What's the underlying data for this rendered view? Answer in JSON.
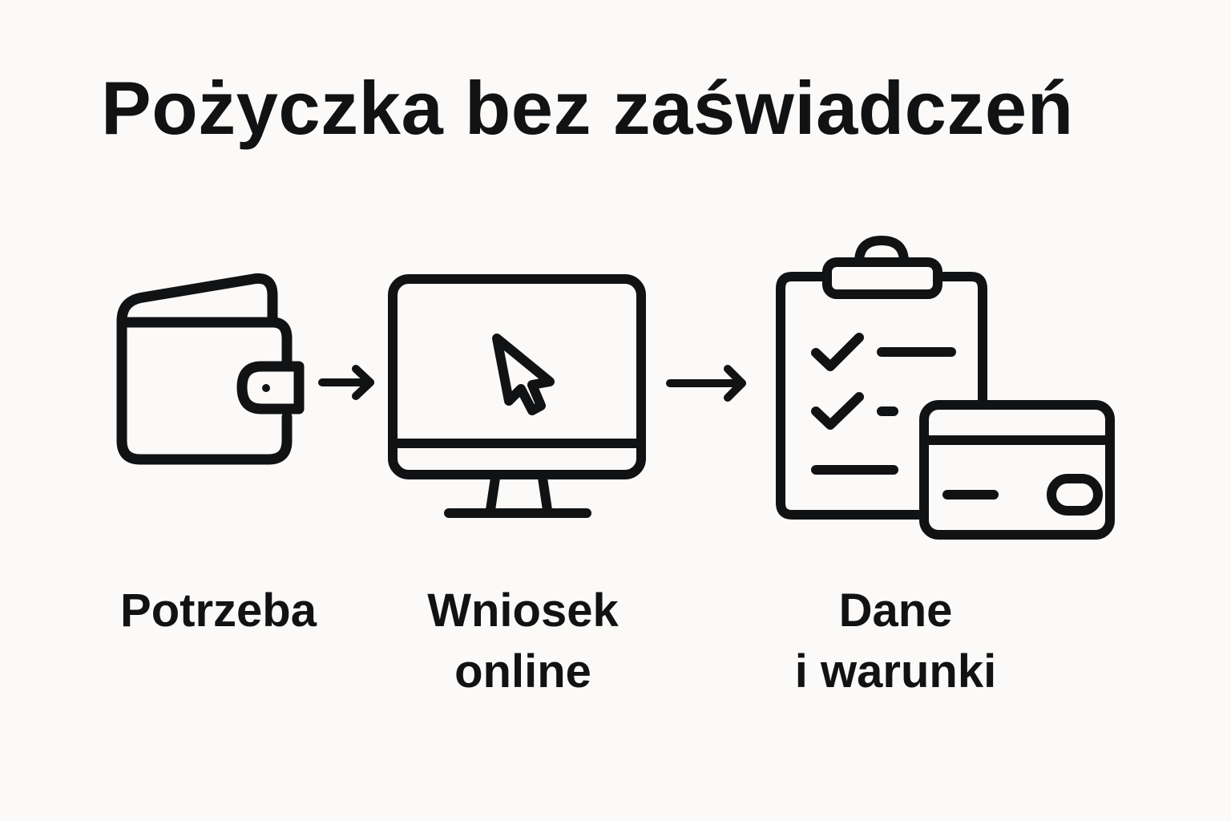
{
  "title": "Pożyczka bez zaświadczeń",
  "colors": {
    "background": "#fbfaf8",
    "ink": "#111214"
  },
  "steps": [
    {
      "icon": "wallet-icon",
      "label_lines": [
        "Potrzeba"
      ]
    },
    {
      "icon": "desktop-monitor-cursor-icon",
      "label_lines": [
        "Wniosek",
        "online"
      ]
    },
    {
      "icon": "clipboard-checklist-credit-card-icon",
      "label_lines": [
        "Dane",
        "i warunki"
      ]
    }
  ],
  "connectors": [
    {
      "icon": "arrow-right-icon",
      "from": 0,
      "to": 1
    },
    {
      "icon": "arrow-right-icon",
      "from": 1,
      "to": 2
    }
  ]
}
